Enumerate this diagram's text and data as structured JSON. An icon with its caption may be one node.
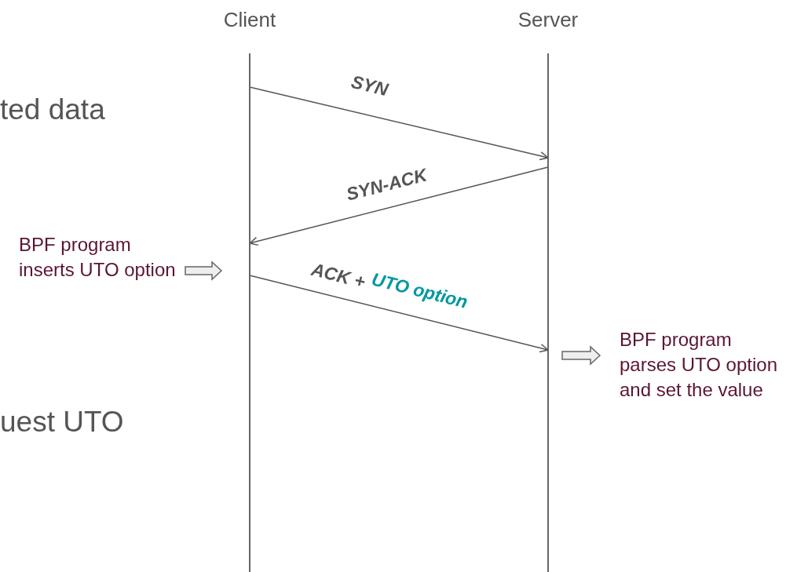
{
  "diagram": {
    "nodes": [
      {
        "text": [
          "Client"
        ]
      },
      {
        "text": [
          "Server"
        ]
      },
      {
        "text": [
          "BPF program inserts UTO option"
        ]
      },
      {
        "text": [
          "BPF program parses UTO option and set the value"
        ]
      }
    ],
    "edges": [
      {
        "from": 0,
        "to": 1,
        "arrow": "to",
        "label": "SYN"
      },
      {
        "from": 1,
        "to": 0,
        "arrow": "to",
        "label": "SYN-ACK"
      },
      {
        "from": 0,
        "to": 1,
        "arrow": "to",
        "label": "ACK +"
      },
      {
        "from": 2,
        "to": null,
        "arrow": "to",
        "style": "thick"
      },
      {
        "from": null,
        "to": 3,
        "arrow": "to",
        "style": "thick"
      }
    ],
    "labels": [
      "ted data",
      "UTO option",
      "uest UTO"
    ]
  }
}
